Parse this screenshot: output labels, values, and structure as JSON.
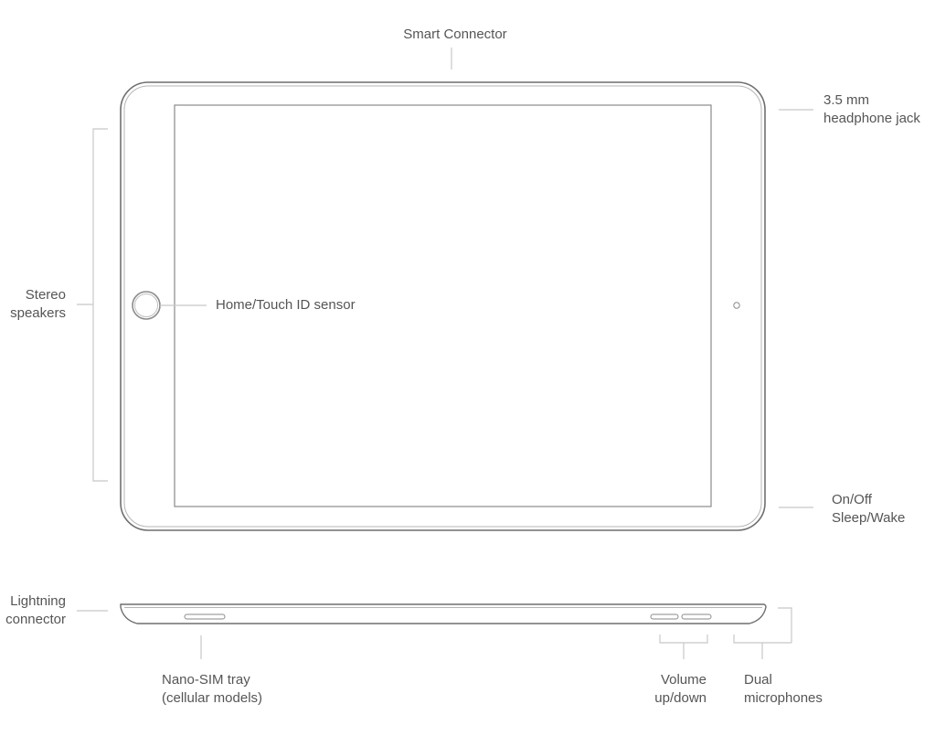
{
  "colors": {
    "device_outline": "#6f6f6f",
    "device_inner": "#9a9a9a",
    "leader_line": "#c8c8c8",
    "label_text": "#555555"
  },
  "labels": {
    "smart_connector": "Smart Connector",
    "headphone_jack": [
      "3.5 mm",
      "headphone jack"
    ],
    "stereo_speakers": [
      "Stereo",
      "speakers"
    ],
    "home_touch_id": "Home/Touch ID sensor",
    "on_off": [
      "On/Off",
      "Sleep/Wake"
    ],
    "lightning": [
      "Lightning",
      "connector"
    ],
    "nano_sim": [
      "Nano-SIM tray",
      "(cellular models)"
    ],
    "volume": [
      "Volume",
      "up/down"
    ],
    "dual_mics": [
      "Dual",
      "microphones"
    ]
  }
}
